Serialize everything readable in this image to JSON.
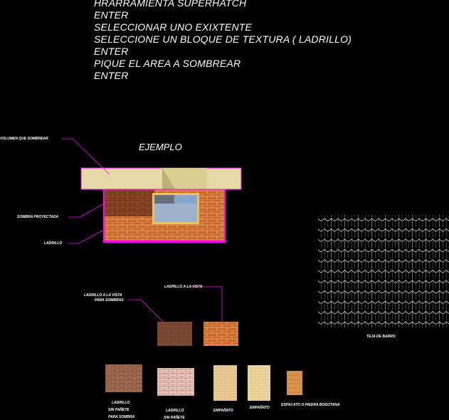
{
  "instructions": [
    "HRARRAMIENTA SUPERHATCH",
    "ENTER",
    "SELECCIONAR UNO EXIXTENTE",
    "SELECCIONE UN BLOQUE DE TEXTURA ( LADRILLO)",
    "ENTER",
    "PIQUE EL AREA A SOMBREAR",
    "ENTER"
  ],
  "example_title": "EJEMPLO",
  "labels": {
    "volume": "VOLUMEN QUE SOMBREAR",
    "shadow": "SOMBRA PROYECTADA",
    "brick": "LADRILLO",
    "brick_view_shadow_1": "LADRILLO A LA VISTA",
    "brick_view_shadow_2": "PARA SOMBRAS",
    "brick_view": "LADRILLO A LA VISTA",
    "tile": "TEJA DE BARRO",
    "sw1_1": "LADRILLO",
    "sw1_2": "SIN PAÑETE",
    "sw1_3": "PARA SOMBRA",
    "sw2_1": "LADRILLO",
    "sw2_2": "SIN PAÑETE",
    "sw3": "EMPAÑATO",
    "sw4": "EMPAÑATO",
    "sw5": "ESPACATO O PIEDRA BOGOTANA"
  },
  "colors": {
    "leader": "#ff00ff",
    "cream": "#e6d9a6",
    "brick": "#c86a2a",
    "brick_dark": "#7a3a1e",
    "mortar": "#f3c38e",
    "window": "#7f9fc7",
    "tile": "#bfbfbf"
  }
}
